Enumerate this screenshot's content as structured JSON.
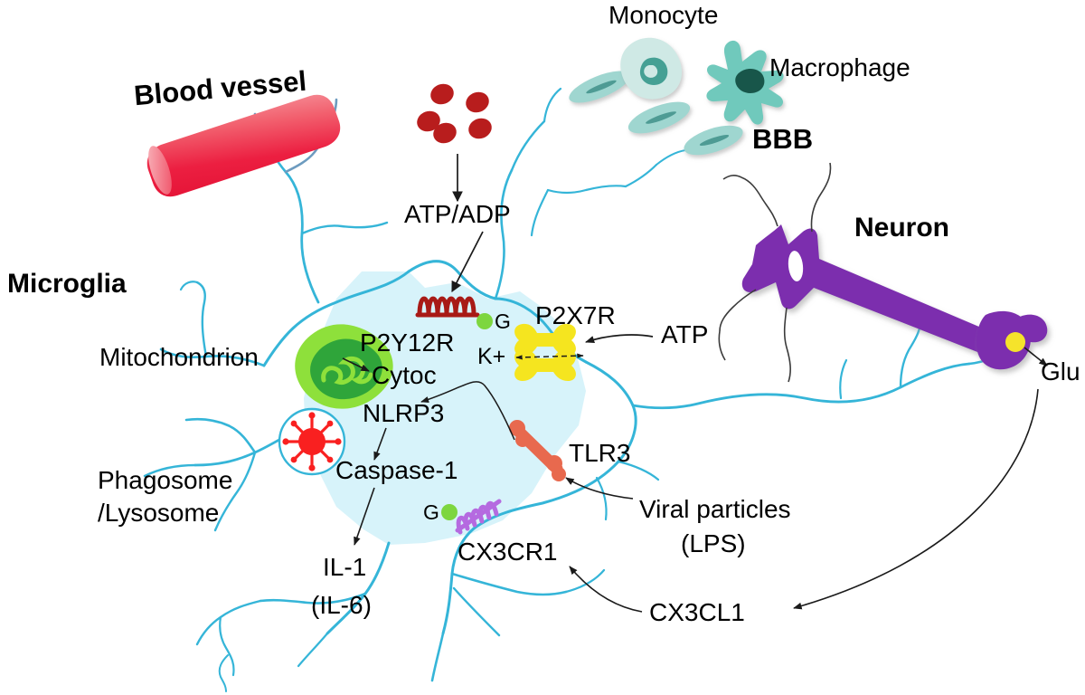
{
  "figure": {
    "title": "Microglia neuroinflammation signaling schematic",
    "background_color": "#ffffff"
  },
  "colors": {
    "microglia_outline": "#35b5d8",
    "microglia_fill": "#d5f2fa",
    "blood_vessel_light": "#f6a3a8",
    "blood_vessel_dark": "#ef2b4a",
    "atp_particle": "#b81d1d",
    "monocyte_fill": "#bfe3de",
    "monocyte_nucleus": "#4aa89c",
    "macrophage_fill": "#7fcec2",
    "macrophage_nucleus": "#195f52",
    "neuron_purple": "#7c2fae",
    "glu_vesicle": "#f5e32b",
    "mitochondrion_outer": "#8ee03b",
    "mitochondrion_inner": "#2fa53a",
    "phagosome_virus": "#f92020",
    "p2y12r_receptor": "#a81a16",
    "p2x7r_channel": "#f2e41c",
    "tlr3_receptor": "#e8694e",
    "cx3cr1_receptor": "#b56ae0",
    "g_protein": "#7dd63f",
    "arrow": "#1a1a1a",
    "text": "#000000"
  },
  "labels": {
    "blood_vessel": "Blood vessel",
    "microglia": "Microglia",
    "monocyte": "Monocyte",
    "macrophage": "Macrophage",
    "bbb": "BBB",
    "neuron": "Neuron",
    "atp_adp": "ATP/ADP",
    "p2y12r": "P2Y12R",
    "g_left": "G",
    "p2x7r": "P2X7R",
    "atp": "ATP",
    "k_plus": "K+",
    "mitochondrion": "Mitochondrion",
    "cytoc": "Cytoc",
    "nlrp3": "NLRP3",
    "caspase1": "Caspase-1",
    "phagosome_lysosome_line1": "Phagosome",
    "phagosome_lysosome_line2": "/Lysosome",
    "il1": "IL-1",
    "il6": "(IL-6)",
    "g_lower": "G",
    "cx3cr1": "CX3CR1",
    "tlr3": "TLR3",
    "viral_particles_line1": "Viral particles",
    "viral_particles_line2": "(LPS)",
    "cx3cl1": "CX3CL1",
    "glu": "Glu"
  },
  "icons": {
    "blood_vessel": "blood-vessel-cylinder-icon",
    "atp_particles": "atp-adp-particles-icon",
    "monocyte": "monocyte-cell-icon",
    "macrophage": "macrophage-cell-icon",
    "bbb_cells": "bbb-endothelial-cells-icon",
    "neuron": "neuron-cell-icon",
    "glu_vesicle": "glutamate-vesicle-icon",
    "microglia": "microglia-cell-icon",
    "mitochondrion": "mitochondrion-organelle-icon",
    "phagosome": "phagosome-lysosome-virus-icon",
    "p2y12r": "p2y12r-receptor-icon",
    "p2x7r": "p2x7r-channel-icon",
    "tlr3": "tlr3-receptor-icon",
    "cx3cr1": "cx3cr1-receptor-icon",
    "g_protein_left": "g-protein-icon",
    "g_protein_lower": "g-protein-icon"
  },
  "relations": [
    {
      "from": "ATP/ADP particles",
      "to": "ATP/ADP",
      "type": "arrow"
    },
    {
      "from": "ATP/ADP",
      "to": "P2Y12R",
      "type": "arrow"
    },
    {
      "from": "ATP",
      "to": "P2X7R",
      "type": "arrow"
    },
    {
      "from": "P2X7R",
      "to": "K+",
      "type": "double-arrow"
    },
    {
      "from": "Mitochondrion",
      "to": "Cytoc",
      "type": "arrow"
    },
    {
      "from": "NLRP3",
      "to": "Caspase-1",
      "type": "arrow"
    },
    {
      "from": "Caspase-1",
      "to": "IL-1 (IL-6)",
      "type": "arrow"
    },
    {
      "from": "P2X7R / TLR3",
      "to": "NLRP3",
      "type": "arrow"
    },
    {
      "from": "Viral particles (LPS)",
      "to": "TLR3",
      "type": "arrow"
    },
    {
      "from": "CX3CL1",
      "to": "CX3CR1",
      "type": "arrow"
    },
    {
      "from": "Glu / neuron terminal",
      "to": "CX3CL1",
      "type": "arrow"
    },
    {
      "from": "Neuron terminal vesicle",
      "to": "Glu",
      "type": "arrow"
    }
  ]
}
